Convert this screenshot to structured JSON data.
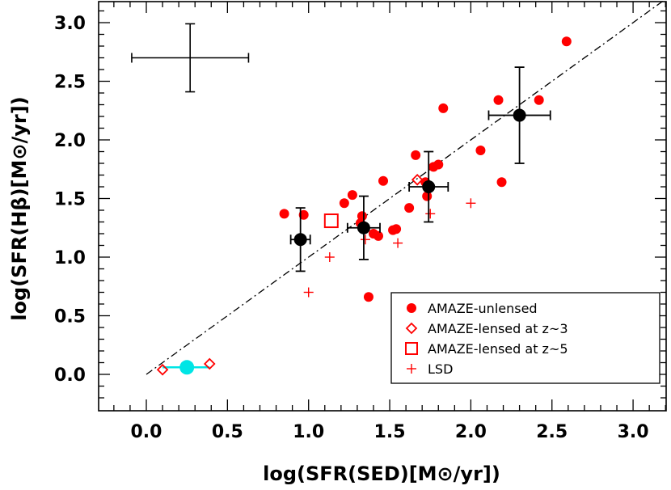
{
  "chart_data": {
    "type": "scatter",
    "xlabel": "log(SFR(SED)[M⊙/yr])",
    "ylabel": "log(SFR(Hβ)[M⊙/yr])",
    "xlim": [
      -0.3,
      3.2
    ],
    "ylim": [
      -0.3,
      3.2
    ],
    "x_ticks": [
      "0.0",
      "0.5",
      "1.0",
      "1.5",
      "2.0",
      "2.5",
      "3.0"
    ],
    "y_ticks": [
      "0.0",
      "0.5",
      "1.0",
      "1.5",
      "2.0",
      "2.5",
      "3.0"
    ],
    "grid": false,
    "legend_position": "bottom-right",
    "reference_line": {
      "style": "dash-dot",
      "x": [
        0,
        3.2
      ],
      "y": [
        0,
        3.2
      ]
    },
    "series": [
      {
        "name": "AMAZE-unlensed",
        "marker": "filled-circle",
        "color": "#ff0000",
        "x": [
          0.85,
          0.97,
          1.22,
          1.27,
          1.32,
          1.33,
          1.37,
          1.4,
          1.43,
          1.46,
          1.52,
          1.54,
          1.62,
          1.66,
          1.72,
          1.73,
          1.77,
          1.8,
          1.83,
          2.06,
          2.17,
          2.19,
          2.42,
          2.59
        ],
        "y": [
          1.37,
          1.36,
          1.46,
          1.53,
          1.29,
          1.35,
          0.66,
          1.2,
          1.18,
          1.65,
          1.23,
          1.24,
          1.42,
          1.87,
          1.64,
          1.52,
          1.77,
          1.79,
          2.27,
          1.91,
          2.34,
          1.64,
          2.34,
          2.84
        ]
      },
      {
        "name": "AMAZE-lensed at z~3",
        "marker": "open-diamond",
        "color": "#ff0000",
        "x": [
          0.1,
          0.39,
          1.67
        ],
        "y": [
          0.04,
          0.09,
          1.66
        ]
      },
      {
        "name": "AMAZE-lensed at z~5",
        "marker": "open-square",
        "color": "#ff0000",
        "x": [
          1.14
        ],
        "y": [
          1.31
        ]
      },
      {
        "name": "LSD",
        "marker": "plus",
        "color": "#ff0000",
        "x": [
          1.0,
          1.13,
          1.35,
          1.55,
          1.75,
          2.0
        ],
        "y": [
          0.7,
          1.0,
          1.15,
          1.12,
          1.37,
          1.46
        ]
      }
    ],
    "binned_means": {
      "marker": "filled-circle",
      "color": "#000000",
      "points": [
        {
          "x": 0.95,
          "y": 1.15,
          "xerr": 0.06,
          "yerr": 0.27
        },
        {
          "x": 1.34,
          "y": 1.25,
          "xerr": 0.1,
          "yerr": 0.27
        },
        {
          "x": 1.74,
          "y": 1.6,
          "xerr": 0.12,
          "yerr": 0.3
        },
        {
          "x": 2.3,
          "y": 2.21,
          "xerr": 0.19,
          "yerr": 0.41
        }
      ]
    },
    "lensed_mean": {
      "marker": "filled-circle",
      "color": "#00e5e5",
      "x": 0.25,
      "y": 0.06,
      "x_range": [
        0.1,
        0.39
      ]
    },
    "typical_error": {
      "x": 0.27,
      "y": 2.7,
      "xerr": 0.36,
      "yerr": 0.29
    }
  }
}
